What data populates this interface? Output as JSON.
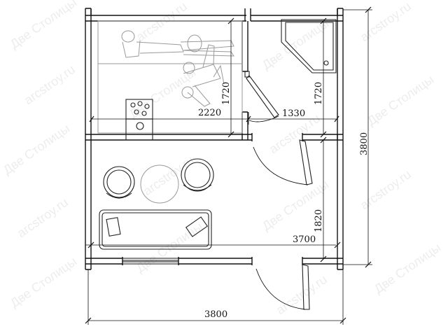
{
  "dimensions": {
    "total_width": "3800",
    "total_depth": "3800",
    "inner_width": "3700",
    "steam_room_width": "2220",
    "washroom_width": "1330",
    "steam_room_depth": "1720",
    "washroom_depth": "1720",
    "rest_room_depth": "1820"
  },
  "watermark": {
    "brand": "Две Столицы",
    "site": "arcstroy.ru"
  }
}
